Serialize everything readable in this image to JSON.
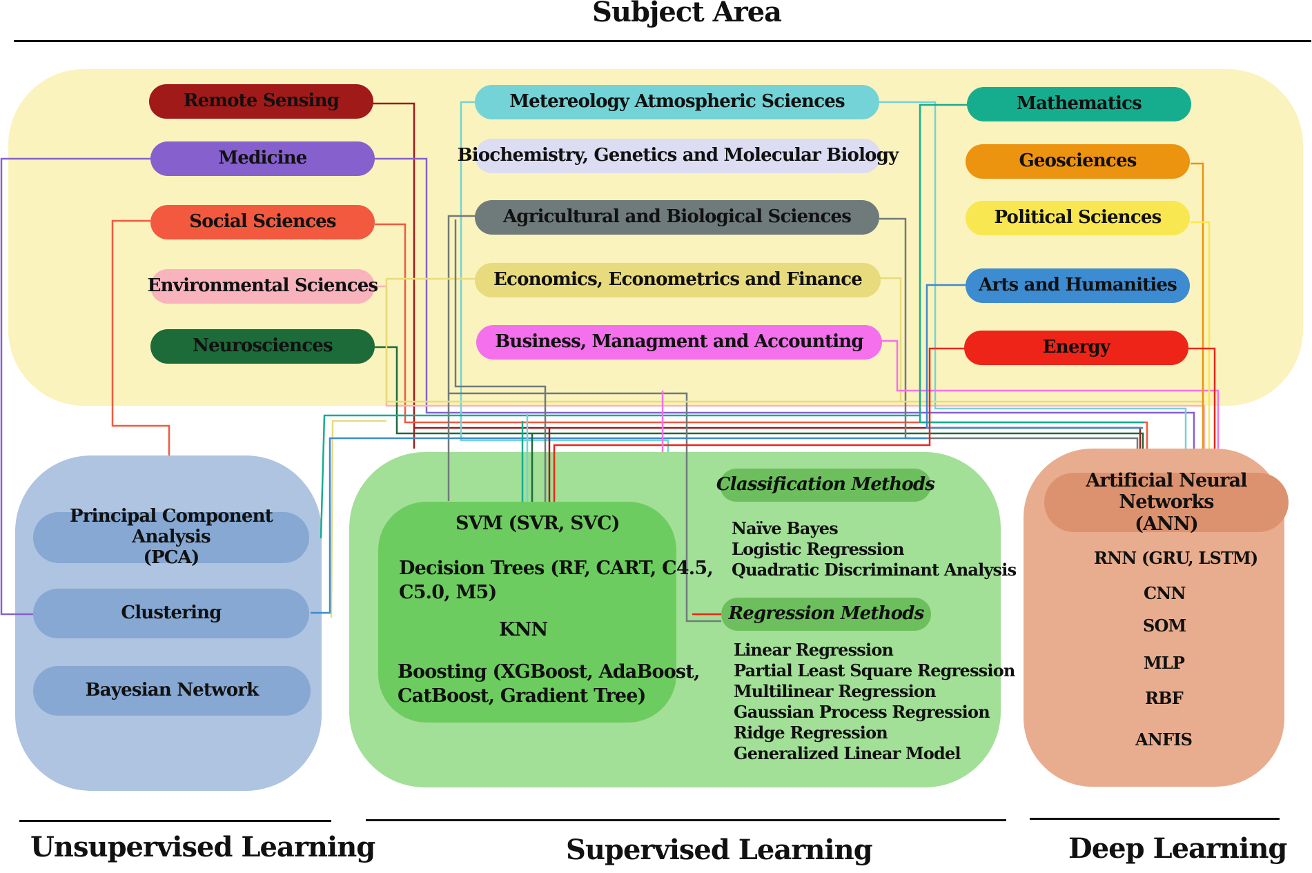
{
  "headings": {
    "top": "Subject Area",
    "unsupervised": "Unsupervised Learning",
    "supervised": "Supervised Learning",
    "deep": "Deep Learning"
  },
  "subjects": {
    "remote_sensing": "Remote Sensing",
    "medicine": "Medicine",
    "social_sciences": "Social Sciences",
    "environmental_sciences": "Environmental Sciences",
    "neurosciences": "Neurosciences",
    "meteorology": "Metereology Atmospheric Sciences",
    "biochemistry": "Biochemistry, Genetics and Molecular Biology",
    "agricultural": "Agricultural and Biological Sciences",
    "economics": "Economics, Econometrics and Finance",
    "business": "Business, Managment and Accounting",
    "mathematics": "Mathematics",
    "geosciences": "Geosciences",
    "political_sciences": "Political Sciences",
    "arts": "Arts and Humanities",
    "energy": "Energy"
  },
  "unsupervised": {
    "pca_line1": "Principal Component Analysis",
    "pca_line2": "(PCA)",
    "clustering": "Clustering",
    "bayesian": "Bayesian Network"
  },
  "supervised": {
    "svm": "SVM (SVR, SVC)",
    "dt_line1": "Decision Trees (RF, CART, C4.5,",
    "dt_line2": "C5.0, M5)",
    "knn": "KNN",
    "boost_line1": "Boosting (XGBoost, AdaBoost,",
    "boost_line2": "CatBoost, Gradient Tree)",
    "classification_title": "Classification Methods",
    "classification_items": [
      "Naïve Bayes",
      "Logistic Regression",
      "Quadratic Discriminant Analysis"
    ],
    "regression_title": "Regression Methods",
    "regression_items": [
      "Linear Regression",
      "Partial Least Square Regression",
      "Multilinear Regression",
      "Gaussian Process Regression",
      "Ridge Regression",
      "Generalized Linear Model"
    ]
  },
  "deep": {
    "ann_line1": "Artificial Neural Networks",
    "ann_line2": "(ANN)",
    "items": [
      "RNN (GRU, LSTM)",
      "CNN",
      "SOM",
      "MLP",
      "RBF",
      "ANFIS"
    ]
  },
  "colors": {
    "subject_region": "#fbf3bd",
    "unsupervised_region": "#aec4e0",
    "unsupervised_pill": "#86a8d2",
    "supervised_region": "#a2df97",
    "supervised_inner": "#6dcc5f",
    "supervised_pill": "#6cbf5c",
    "deep_region": "#e8ad8e",
    "deep_pill": "#dd926f",
    "remote_sensing": "#a01a1a",
    "medicine": "#8660cd",
    "social_sciences": "#f2593f",
    "environmental_sciences": "#f8b3bd",
    "neurosciences": "#1d6b38",
    "meteorology": "#73d3d6",
    "biochemistry": "#dcdcf3",
    "agricultural": "#6f7b7b",
    "economics": "#e8db7d",
    "business": "#f570ec",
    "mathematics": "#16ad8f",
    "geosciences": "#ec930f",
    "political_sciences": "#f8e750",
    "arts": "#3d8bd1",
    "energy": "#ee2418"
  }
}
